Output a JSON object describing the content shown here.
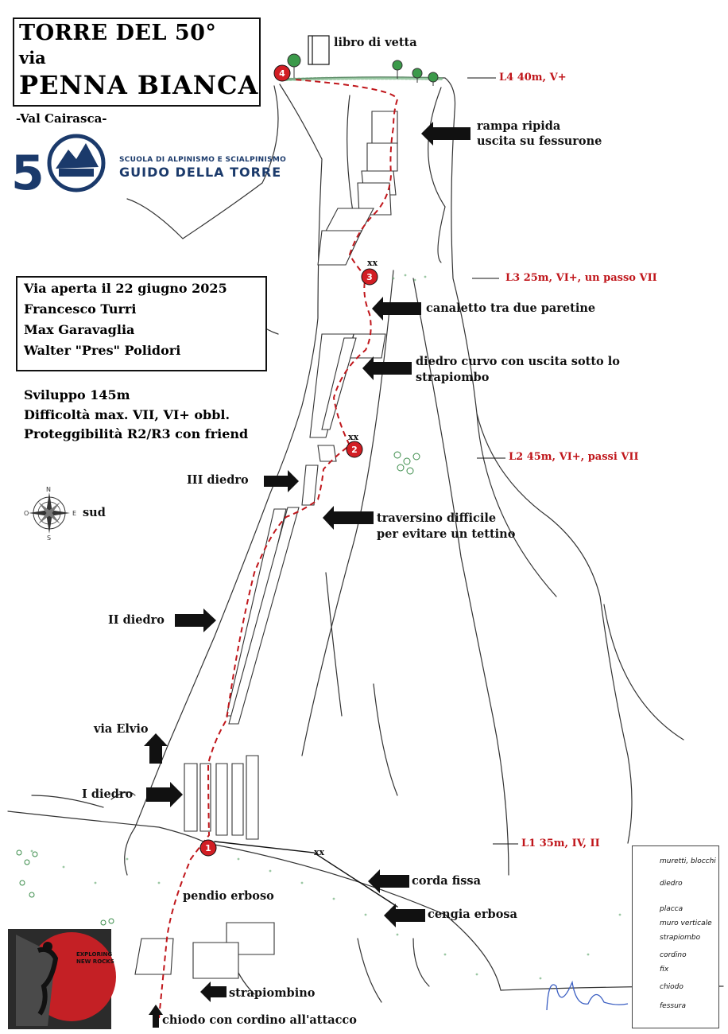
{
  "title": {
    "line1": "TORRE DEL 50°",
    "line2": "via",
    "line3": "PENNA BIANCA"
  },
  "subtitle": "-Val Cairasca-",
  "school": {
    "line1": "SCUOLA DI ALPINISMO E SCIALPINISMO",
    "line2": "GUIDO DELLA TORRE"
  },
  "info": {
    "opened": "Via aperta il 22 giugno 2025",
    "climbers": [
      "Francesco Turri",
      "Max Garavaglia",
      "Walter \"Pres\" Polidori"
    ]
  },
  "tech": {
    "length": "Sviluppo 145m",
    "difficulty": "Difficoltà max. VII, VI+ obbl.",
    "protection": "Proteggibilità R2/R3 con friend"
  },
  "compass": {
    "n": "N",
    "e": "E",
    "s": "S",
    "o": "O",
    "label": "sud"
  },
  "pitches": {
    "l4": "L4 40m, V+",
    "l3": "L3 25m, VI+, un passo VII",
    "l2": "L2 45m, VI+, passi VII",
    "l1": "L1 35m, IV, II"
  },
  "belays": {
    "b1": "1",
    "b2": "2",
    "b3": "3",
    "b4": "4",
    "xx2": "xx",
    "xx3": "xx",
    "xx1": "xx"
  },
  "labels": {
    "summit_book": "libro di vetta",
    "ramp1": "rampa ripida",
    "ramp2": "uscita su fessurone",
    "channel": "canaletto tra due paretine",
    "curved1": "diedro curvo con uscita sotto lo",
    "curved2": "strapiombo",
    "third_corner": "III diedro",
    "traverse1": "traversino difficile",
    "traverse2": "per evitare un tettino",
    "second_corner": "II diedro",
    "via_elvio": "via Elvio",
    "first_corner": "I diedro",
    "fixed_rope": "corda fissa",
    "grass_ledge": "cengia erbosa",
    "grass_slope": "pendio erboso",
    "small_overhang": "strapiombino",
    "start_peg": "chiodo con cordino all'attacco"
  },
  "legend": {
    "items": [
      "muretti, blocchi",
      "diedro",
      "placca",
      "muro verticale",
      "strapiombo",
      "cordino",
      "fix",
      "chiodo",
      "fessura"
    ]
  },
  "badge": {
    "line1": "EXPLORING",
    "line2": "NEW ROCKS"
  },
  "colors": {
    "route": "#c0161b",
    "belay": "#d21e24",
    "pitch_text": "#c0161b",
    "school_blue": "#1b3a6b",
    "grass": "#2f8a3c"
  }
}
